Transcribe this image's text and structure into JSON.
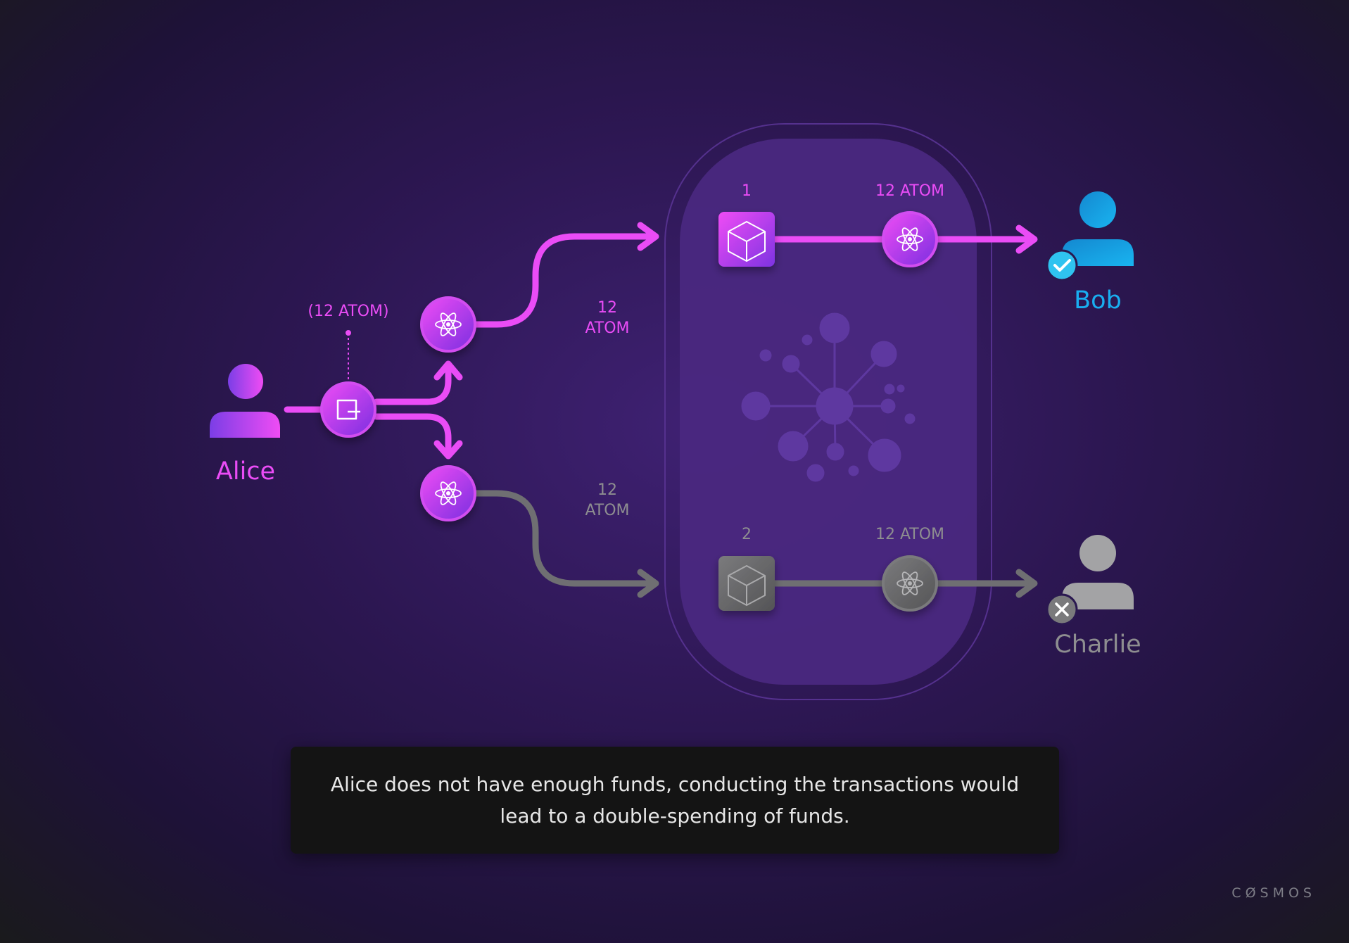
{
  "people": {
    "alice": {
      "name": "Alice",
      "color": "#ea4cf6"
    },
    "bob": {
      "name": "Bob",
      "color": "#19aef0",
      "status": "check-icon"
    },
    "charlie": {
      "name": "Charlie",
      "color": "#8e8e90",
      "status": "close-icon"
    }
  },
  "wallet": {
    "amount_label": "(12 ATOM)",
    "icon": "wallet-icon"
  },
  "transactions": {
    "top": {
      "amount": "12\nATOM",
      "block_number": "1",
      "block_amount": "12 ATOM",
      "status": "confirmed"
    },
    "bottom": {
      "amount": "12\nATOM",
      "block_number": "2",
      "block_amount": "12 ATOM",
      "status": "rejected"
    }
  },
  "caption": "Alice does not have enough funds, conducting the transactions would lead to a double-spending of funds.",
  "brand": "CØSMOS",
  "colors": {
    "accent": "#ea4cf6",
    "accent_dark": "#9b30e0",
    "inactive": "#6f6f72",
    "bob": "#19aef0",
    "panel": "#4a2880"
  }
}
